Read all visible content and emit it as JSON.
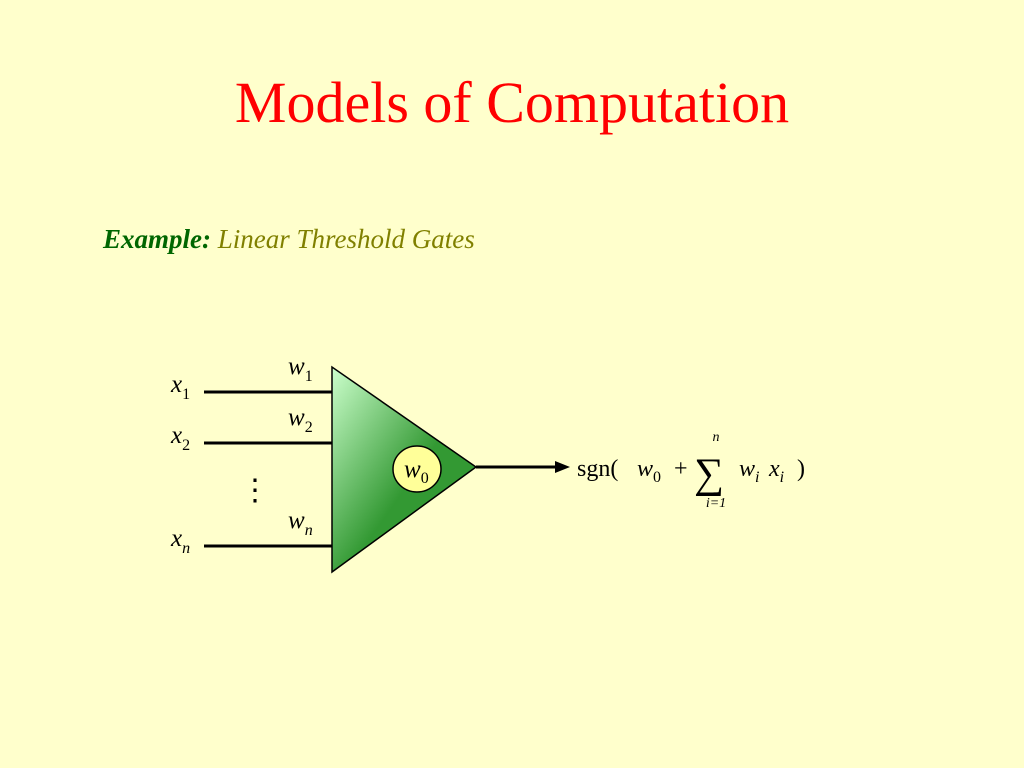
{
  "title": "Models of Computation",
  "example": {
    "label": "Example:",
    "text": " Linear Threshold Gates"
  },
  "diagram": {
    "inputs": [
      {
        "var": "x",
        "sub": "1"
      },
      {
        "var": "x",
        "sub": "2"
      },
      {
        "var": "x",
        "sub": "n"
      }
    ],
    "weights": [
      {
        "var": "w",
        "sub": "1"
      },
      {
        "var": "w",
        "sub": "2"
      },
      {
        "var": "w",
        "sub": "n"
      }
    ],
    "ellipsis": "⋮",
    "threshold": {
      "var": "w",
      "sub": "0"
    },
    "output": {
      "sgn": "sgn(",
      "w": "w",
      "w_sub": "0",
      "plus": "+",
      "sum": "∑",
      "sum_upper": "n",
      "sum_lower": "i=1",
      "wi": "w",
      "wi_sub": "i",
      "xi": "x",
      "xi_sub": "i",
      "close": ")"
    },
    "colors": {
      "gate_fill": "#339933",
      "gate_highlight": "#CCFFCC",
      "threshold_fill": "#FFFF99",
      "lines": "#000000"
    }
  }
}
